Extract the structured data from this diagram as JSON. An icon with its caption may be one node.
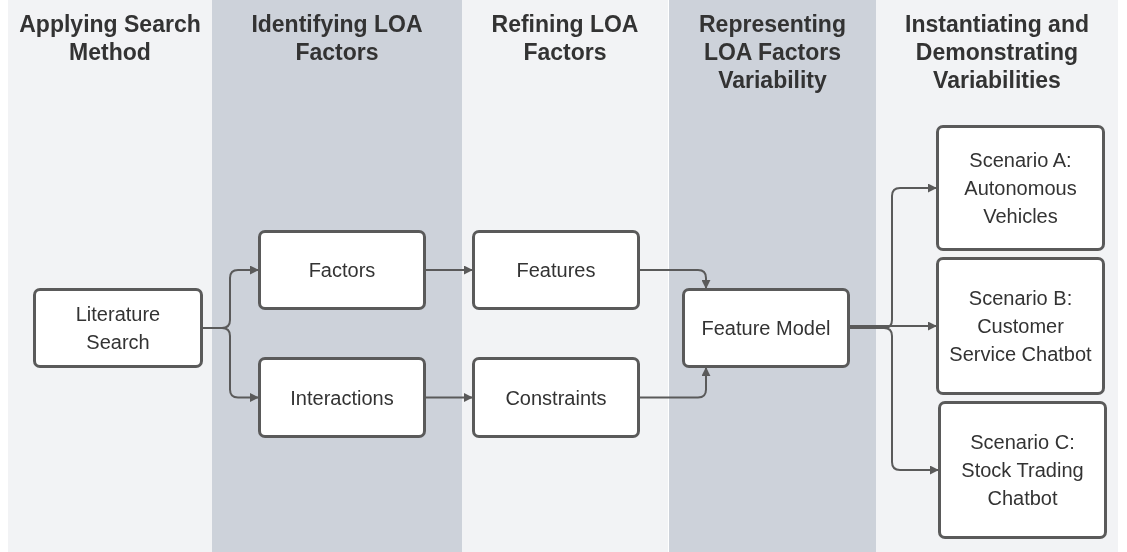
{
  "diagram": {
    "nodes": [
      {
        "text": [
          "Applying Search Method"
        ]
      },
      {
        "text": [
          "Literature Search"
        ],
        "in": 0
      },
      {
        "text": [
          "Identifying LOA Factors"
        ]
      },
      {
        "text": [
          "Factors"
        ],
        "in": 2
      },
      {
        "text": [
          "Interactions"
        ],
        "in": 2
      },
      {
        "text": [
          "Refining LOA Factors"
        ]
      },
      {
        "text": [
          "Features"
        ],
        "in": 5
      },
      {
        "text": [
          "Constraints"
        ],
        "in": 5
      },
      {
        "text": [
          "Representing LOA Factors Variability"
        ]
      },
      {
        "text": [
          "Feature Model"
        ],
        "in": 8
      },
      {
        "text": [
          "Instantiating and Demonstrating Variabilities"
        ]
      },
      {
        "text": [
          "Scenario A: Autonomous Vehicles"
        ],
        "in": 10
      },
      {
        "text": [
          "Scenario B: Customer Service Chatbot"
        ],
        "in": 10
      },
      {
        "text": [
          "Scenario C: Stock Trading Chatbot"
        ],
        "in": 10
      }
    ],
    "edges": [
      {
        "from": 1,
        "to": 3,
        "arrow": "to"
      },
      {
        "from": 1,
        "to": 4,
        "arrow": "to"
      },
      {
        "from": 3,
        "to": 6,
        "arrow": "to"
      },
      {
        "from": 4,
        "to": 7,
        "arrow": "to"
      },
      {
        "from": 6,
        "to": 9,
        "arrow": "to"
      },
      {
        "from": 7,
        "to": 9,
        "arrow": "to"
      },
      {
        "from": 9,
        "to": 11,
        "arrow": "to"
      },
      {
        "from": 9,
        "to": 12,
        "arrow": "to"
      },
      {
        "from": 9,
        "to": 13,
        "arrow": "to"
      }
    ]
  }
}
